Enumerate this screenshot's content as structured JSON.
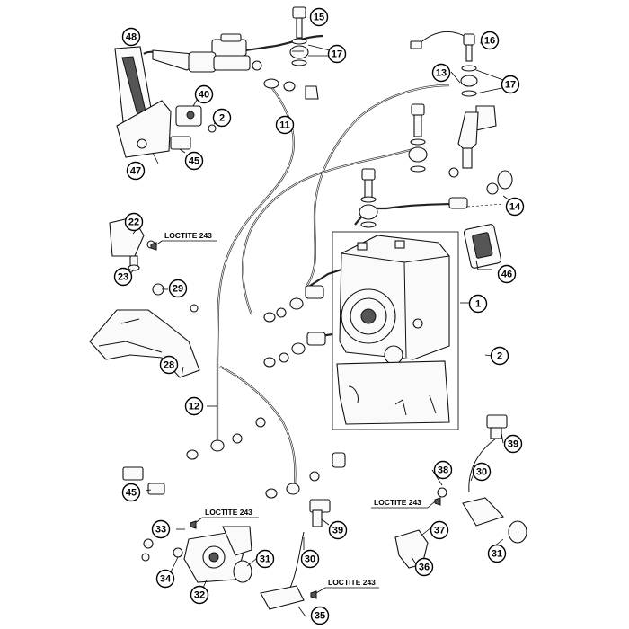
{
  "notes": [
    "LOCTITE 243",
    "LOCTITE 243",
    "LOCTITE 243",
    "LOCTITE 243"
  ],
  "callouts": [
    "48",
    "15",
    "17",
    "16",
    "40",
    "2",
    "13",
    "17",
    "11",
    "47",
    "45",
    "14",
    "22",
    "23",
    "29",
    "46",
    "1",
    "2",
    "28",
    "12",
    "39",
    "38",
    "30",
    "45",
    "33",
    "37",
    "39",
    "31",
    "34",
    "30",
    "31",
    "36",
    "32",
    "35"
  ]
}
